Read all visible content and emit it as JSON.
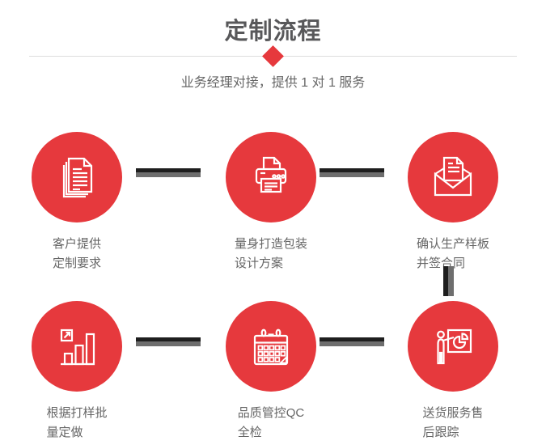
{
  "page": {
    "title": "定制流程",
    "subtitle": "业务经理对接，提供 1 对 1 服务"
  },
  "colors": {
    "accent_red": "#e6393d",
    "title_gray": "#58585a",
    "text_gray": "#666666",
    "connector_dark": "#1e1e1e",
    "connector_gray": "#6e6e6e",
    "divider_gray": "#dddddd"
  },
  "steps": [
    {
      "icon": "documents-icon",
      "label": "客户提供\n定制要求"
    },
    {
      "icon": "printer-icon",
      "label": "量身打造包装\n设计方案"
    },
    {
      "icon": "envelope-icon",
      "label": "确认生产样板\n并签合同"
    },
    {
      "icon": "bar-chart-icon",
      "label": "根据打样批\n量定做"
    },
    {
      "icon": "calendar-icon",
      "label": "品质管控QC\n全检"
    },
    {
      "icon": "presenter-icon",
      "label": "送货服务售\n后跟踪"
    }
  ]
}
